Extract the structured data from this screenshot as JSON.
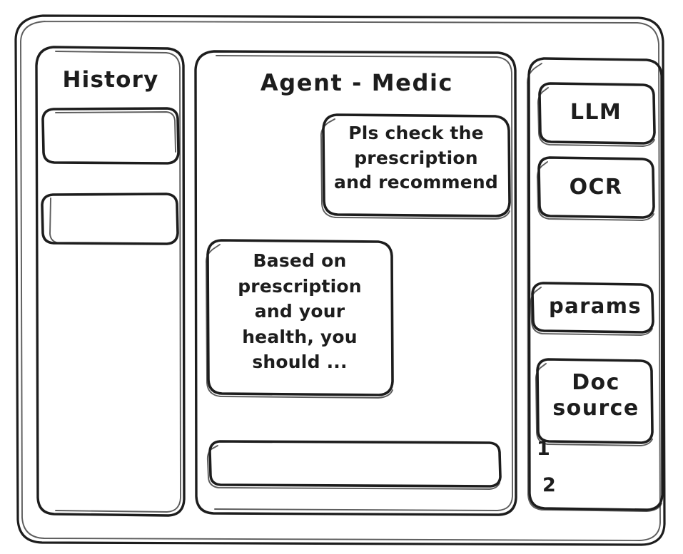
{
  "window": {
    "name": "agent-medic-wireframe",
    "background": "#ffffff",
    "ink": "#1d1d1d"
  },
  "sidebar": {
    "title": "History",
    "items": [
      {
        "label": "",
        "name": "history-item-1"
      },
      {
        "label": "",
        "name": "history-item-2"
      }
    ]
  },
  "main": {
    "title": "Agent - Medic",
    "messages": [
      {
        "role": "user",
        "text": "Pls check the\nprescription\nand recommend"
      },
      {
        "role": "agent",
        "text": "Based on\nprescription\nand your\nhealth, you\nshould ..."
      }
    ],
    "composer": {
      "value": "",
      "placeholder": ""
    }
  },
  "tools": {
    "buttons": [
      {
        "label": "LLM",
        "name": "tool-button-llm"
      },
      {
        "label": "OCR",
        "name": "tool-button-ocr"
      },
      {
        "label": "params",
        "name": "tool-button-params"
      },
      {
        "label": "Doc\nsource",
        "name": "tool-button-doc-source"
      }
    ],
    "sources": [
      {
        "label": "1"
      },
      {
        "label": "2"
      }
    ]
  }
}
